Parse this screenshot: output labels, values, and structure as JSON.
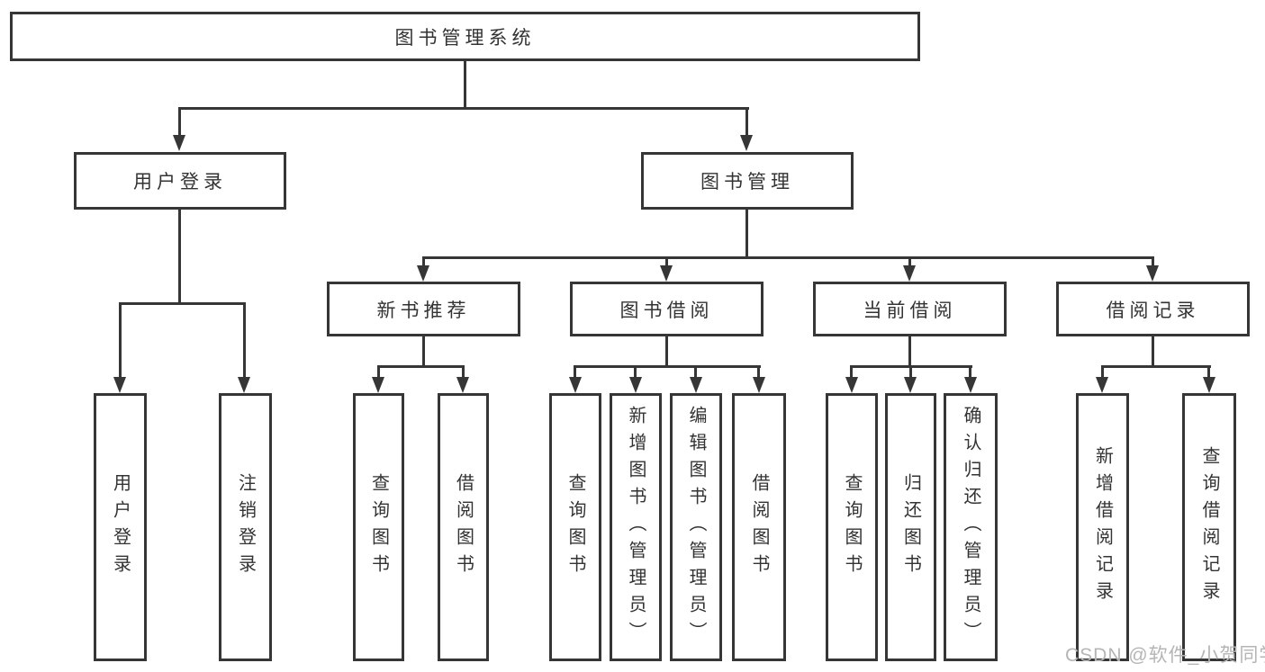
{
  "diagram": {
    "root": {
      "label": "图书管理系统"
    },
    "level2": [
      {
        "label": "用户登录"
      },
      {
        "label": "图书管理"
      }
    ],
    "level3": [
      {
        "label": "新书推荐"
      },
      {
        "label": "图书借阅"
      },
      {
        "label": "当前借阅"
      },
      {
        "label": "借阅记录"
      }
    ],
    "leaves": {
      "user": [
        {
          "label": "用户登录"
        },
        {
          "label": "注销登录"
        }
      ],
      "newbook": [
        {
          "label": "查询图书"
        },
        {
          "label": "借阅图书"
        }
      ],
      "borrow": [
        {
          "label": "查询图书"
        },
        {
          "label": "新增图书（管理员）"
        },
        {
          "label": "编辑图书（管理员）"
        },
        {
          "label": "借阅图书"
        }
      ],
      "current": [
        {
          "label": "查询图书"
        },
        {
          "label": "归还图书"
        },
        {
          "label": "确认归还（管理员）"
        }
      ],
      "record": [
        {
          "label": "新增借阅记录"
        },
        {
          "label": "查询借阅记录"
        }
      ]
    },
    "watermark": "CSDN @软件_小贺同学",
    "colors": {
      "line": "#363636",
      "text": "#333333",
      "watermark": "#b5b5b5",
      "background": "#ffffff"
    }
  }
}
